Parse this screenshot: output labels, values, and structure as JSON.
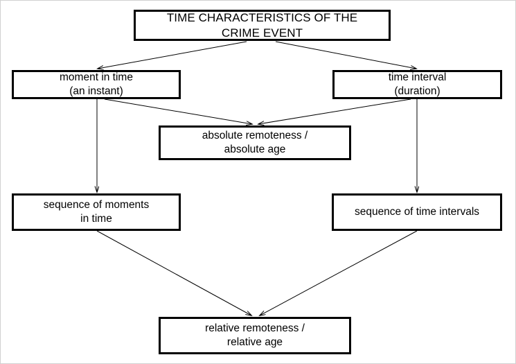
{
  "diagram": {
    "title_text": "TIME CHARACTERISTICS OF THE\nCRIME EVENT",
    "nodes": [
      {
        "id": "title",
        "label": "TIME CHARACTERISTICS OF THE\nCRIME EVENT"
      },
      {
        "id": "moment-in-time",
        "label": "moment in time\n(an instant)"
      },
      {
        "id": "time-interval",
        "label": "time interval\n(duration)"
      },
      {
        "id": "absolute-remoteness",
        "label": "absolute remoteness /\nabsolute age"
      },
      {
        "id": "sequence-of-moments",
        "label": "sequence of moments\nin time"
      },
      {
        "id": "sequence-of-intervals",
        "label": "sequence of time intervals"
      },
      {
        "id": "relative-remoteness",
        "label": "relative remoteness /\nrelative age"
      }
    ],
    "edges": [
      {
        "from": "title",
        "to": "moment-in-time"
      },
      {
        "from": "title",
        "to": "time-interval"
      },
      {
        "from": "moment-in-time",
        "to": "absolute-remoteness"
      },
      {
        "from": "time-interval",
        "to": "absolute-remoteness"
      },
      {
        "from": "moment-in-time",
        "to": "sequence-of-moments"
      },
      {
        "from": "time-interval",
        "to": "sequence-of-intervals"
      },
      {
        "from": "sequence-of-moments",
        "to": "relative-remoteness"
      },
      {
        "from": "sequence-of-intervals",
        "to": "relative-remoteness"
      }
    ],
    "colors": {
      "box_border": "#000000",
      "box_fill": "#ffffff",
      "connector": "#000000",
      "text": "#000000",
      "page_background": "#ffffff"
    }
  }
}
